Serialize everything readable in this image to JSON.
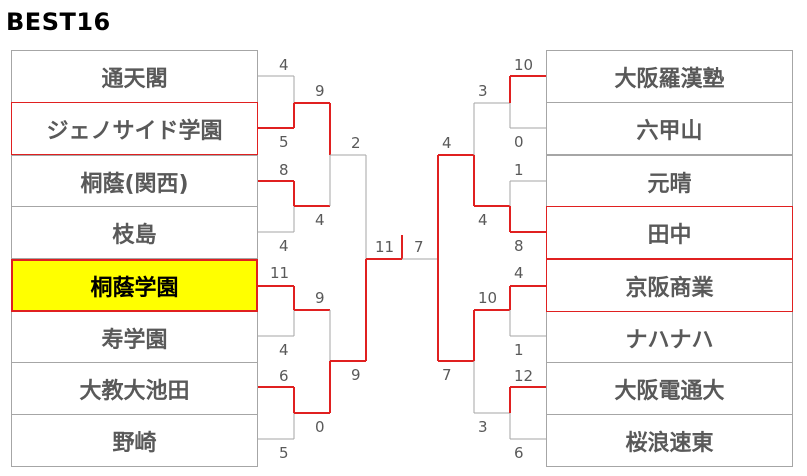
{
  "title": "BEST16",
  "colors": {
    "winner_highlight": "#ffff00",
    "win_line": "#e02020",
    "loss_line": "#a6a6a6",
    "team_text": "#595959"
  },
  "left_teams": [
    "通天閣",
    "ジェノサイド学園",
    "桐蔭(関西)",
    "枝島",
    "桐蔭学園",
    "寿学園",
    "大教大池田",
    "野崎"
  ],
  "right_teams": [
    "大阪羅漢塾",
    "六甲山",
    "元晴",
    "田中",
    "京阪商業",
    "ナハナハ",
    "大阪電通大",
    "桜浪速東"
  ],
  "champion": "桐蔭学園",
  "scores": {
    "left_r1": [
      "4",
      "5",
      "8",
      "4",
      "11",
      "4",
      "6",
      "5"
    ],
    "left_r2": [
      "9",
      "4",
      "9",
      "0"
    ],
    "left_r3": [
      "2",
      "9"
    ],
    "final": [
      "11",
      "7"
    ],
    "right_r3": [
      "4",
      "7"
    ],
    "right_r2": [
      "3",
      "4",
      "10",
      "3"
    ],
    "right_r1": [
      "10",
      "0",
      "1",
      "8",
      "4",
      "1",
      "12",
      "6"
    ]
  }
}
